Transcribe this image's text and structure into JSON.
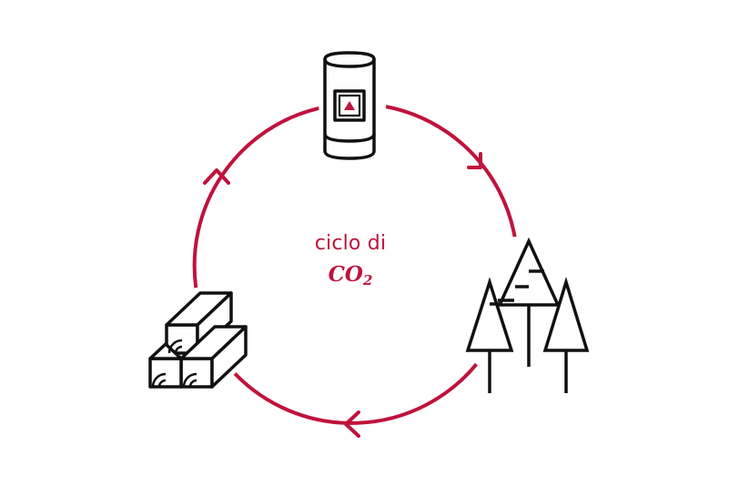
{
  "colors": {
    "accent": "#c0123c",
    "ink": "#111111",
    "background": "#ffffff"
  },
  "center": {
    "label": "ciclo di",
    "formula_main": "CO",
    "formula_sub": "2"
  },
  "icons": {
    "top": "stove-icon",
    "right": "trees-icon",
    "left": "logs-icon",
    "stove_badge": "flame-triangle-icon"
  }
}
